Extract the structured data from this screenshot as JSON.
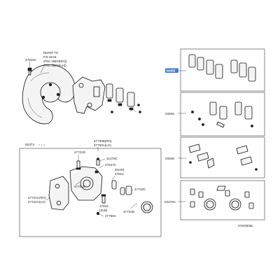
{
  "labels": {
    "p47815a": "47815A",
    "refer_title": "REFER TO",
    "refer_fig": "FIG 46-01",
    "refer_rh": "(PNC 46503(RH))",
    "refer_lh": "(PNC 46504(LH))",
    "p04466_top": "04466",
    "p04946": "04946",
    "p04948": "04948",
    "p04479a": "04479A",
    "p81071": "81071-",
    "p47730b_rh": "47730B(RH)",
    "p47750a_lh": "47750A(LH)",
    "p47721d": "47721D",
    "p31478c": "31478C",
    "p47547c": "47547C",
    "p47814_main": "(MAIN)",
    "p47814": "47814",
    "p47721c_rh": "47721C(RH)",
    "p47722a_lh": "47722A(LH)",
    "p47733c": "47733C",
    "p47731b": "47731B",
    "p47815": "47815",
    "p47815_sub": "(SUB)",
    "p47769a": "47769A",
    "p47721e": "47721E",
    "footer_code": "476GB06L"
  },
  "colors": {
    "highlight": "#2f6fd0"
  }
}
